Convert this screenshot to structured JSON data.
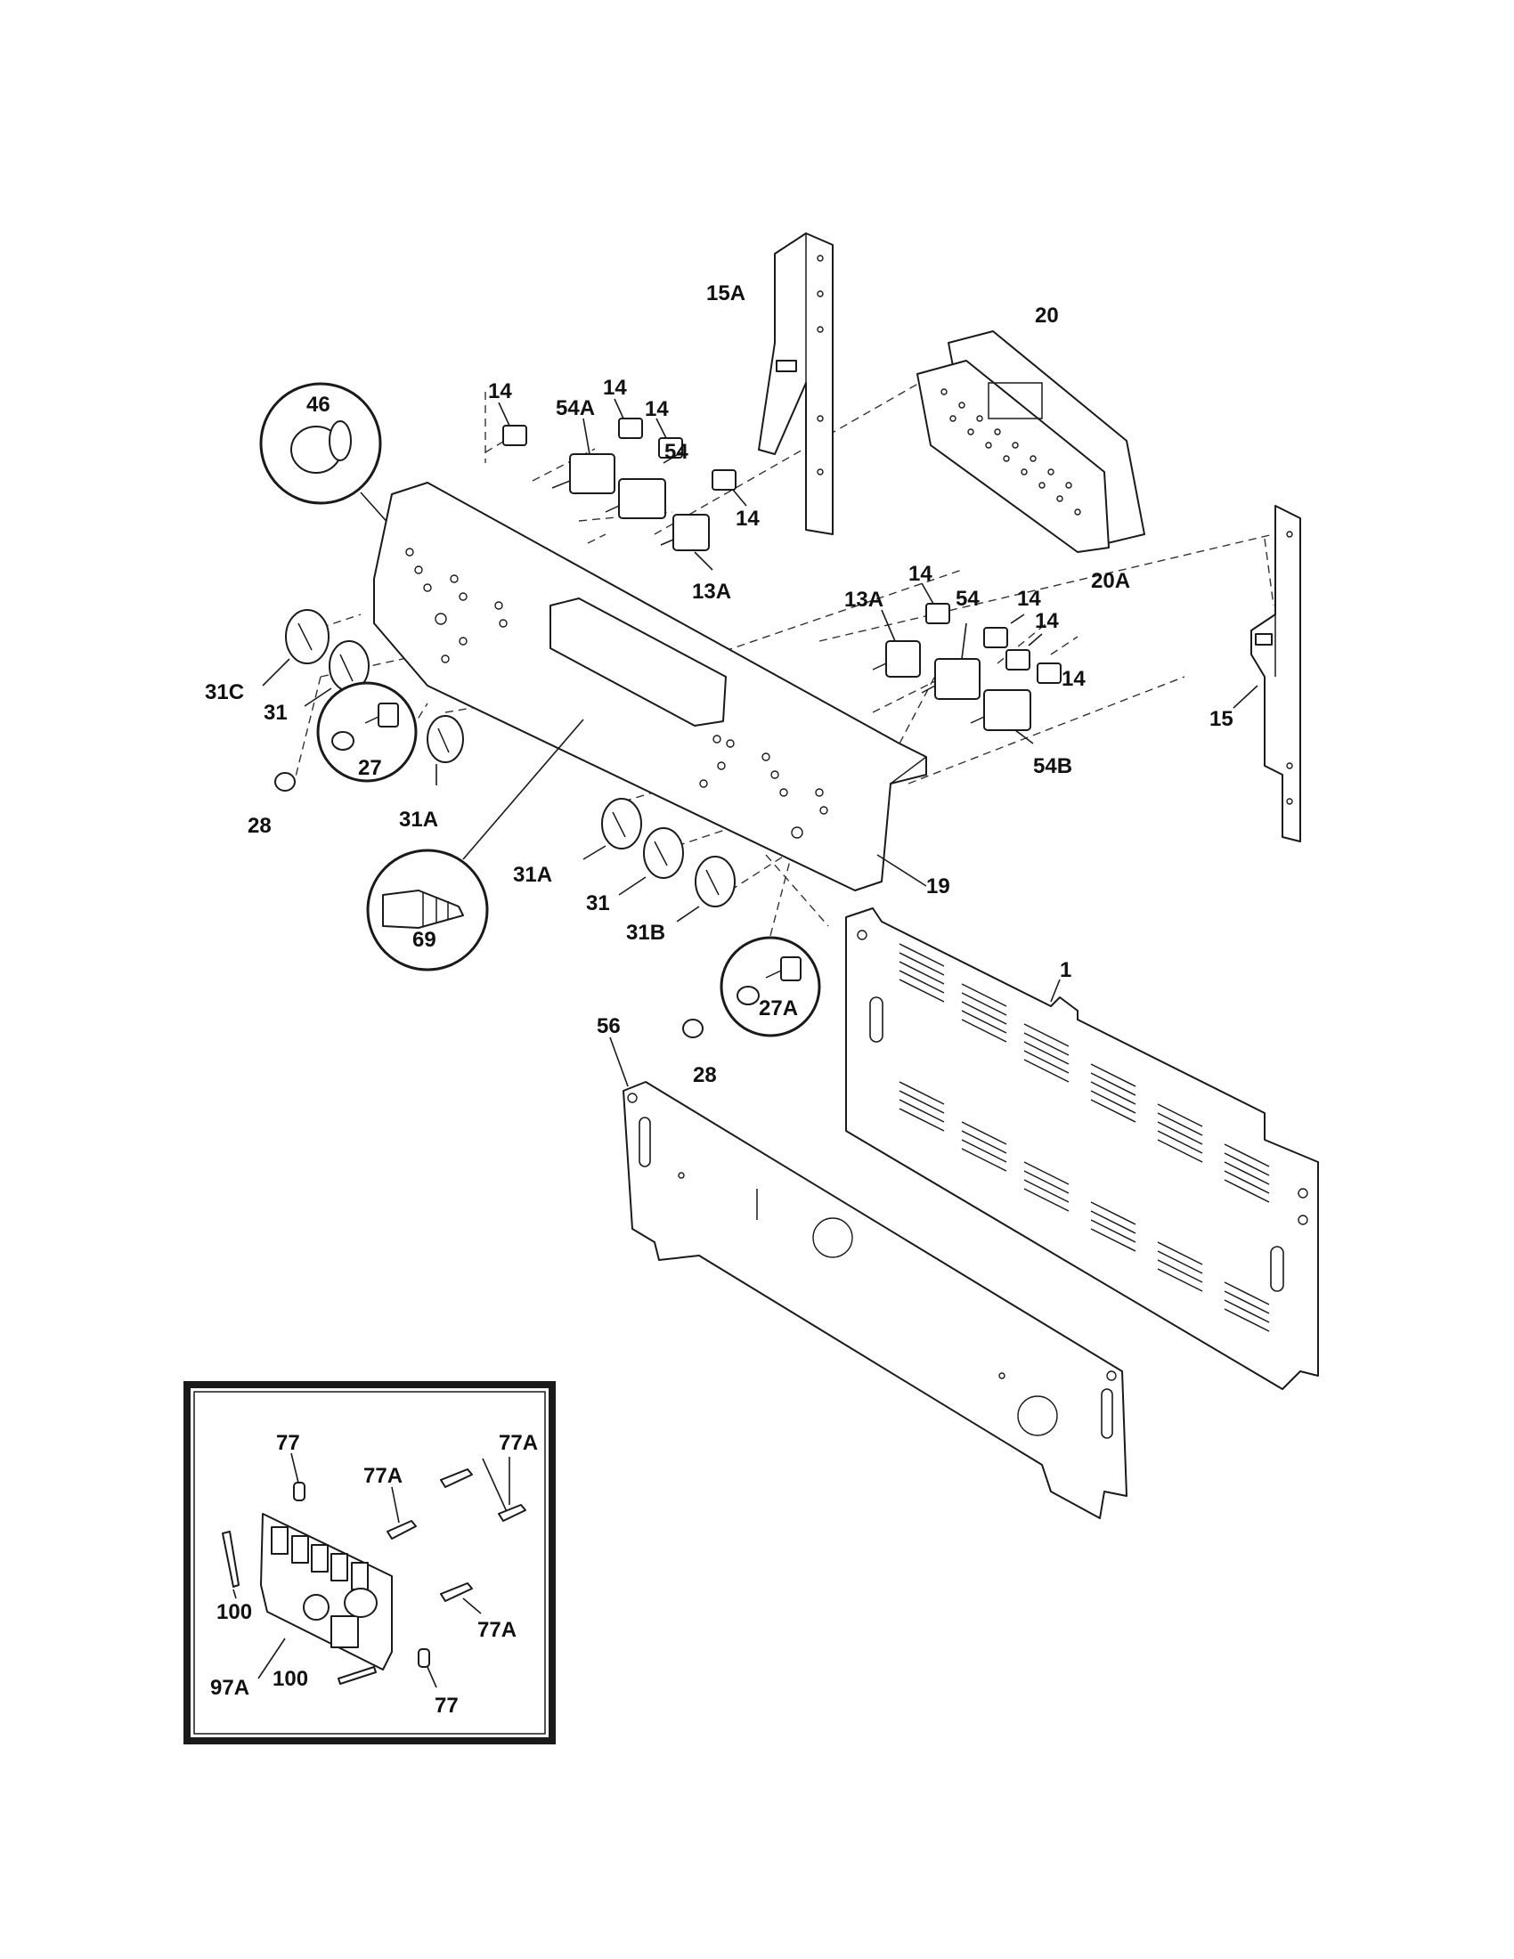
{
  "labels": {
    "l15A": "15A",
    "l20": "20",
    "l46": "46",
    "l14a": "14",
    "l14b": "14",
    "l14c": "14",
    "l54A": "54A",
    "l54a": "54",
    "l14d": "14",
    "l13Aa": "13A",
    "l20A": "20A",
    "l14e": "14",
    "l13Ab": "13A",
    "l14f": "14",
    "l54b": "54",
    "l14g": "14",
    "l14h": "14",
    "l15": "15",
    "l54B": "54B",
    "l31C": "31C",
    "l31a": "31",
    "l27": "27",
    "l28a": "28",
    "l31Aa": "31A",
    "l69": "69",
    "l31Ab": "31A",
    "l31b": "31",
    "l31B": "31B",
    "l19": "19",
    "l27A": "27A",
    "l28b": "28",
    "l1": "1",
    "l56": "56",
    "l77a": "77",
    "l77Aa": "77A",
    "l77Ab": "77A",
    "l100a": "100",
    "l77Ac": "77A",
    "l97A": "97A",
    "l100b": "100",
    "l77b": "77"
  }
}
